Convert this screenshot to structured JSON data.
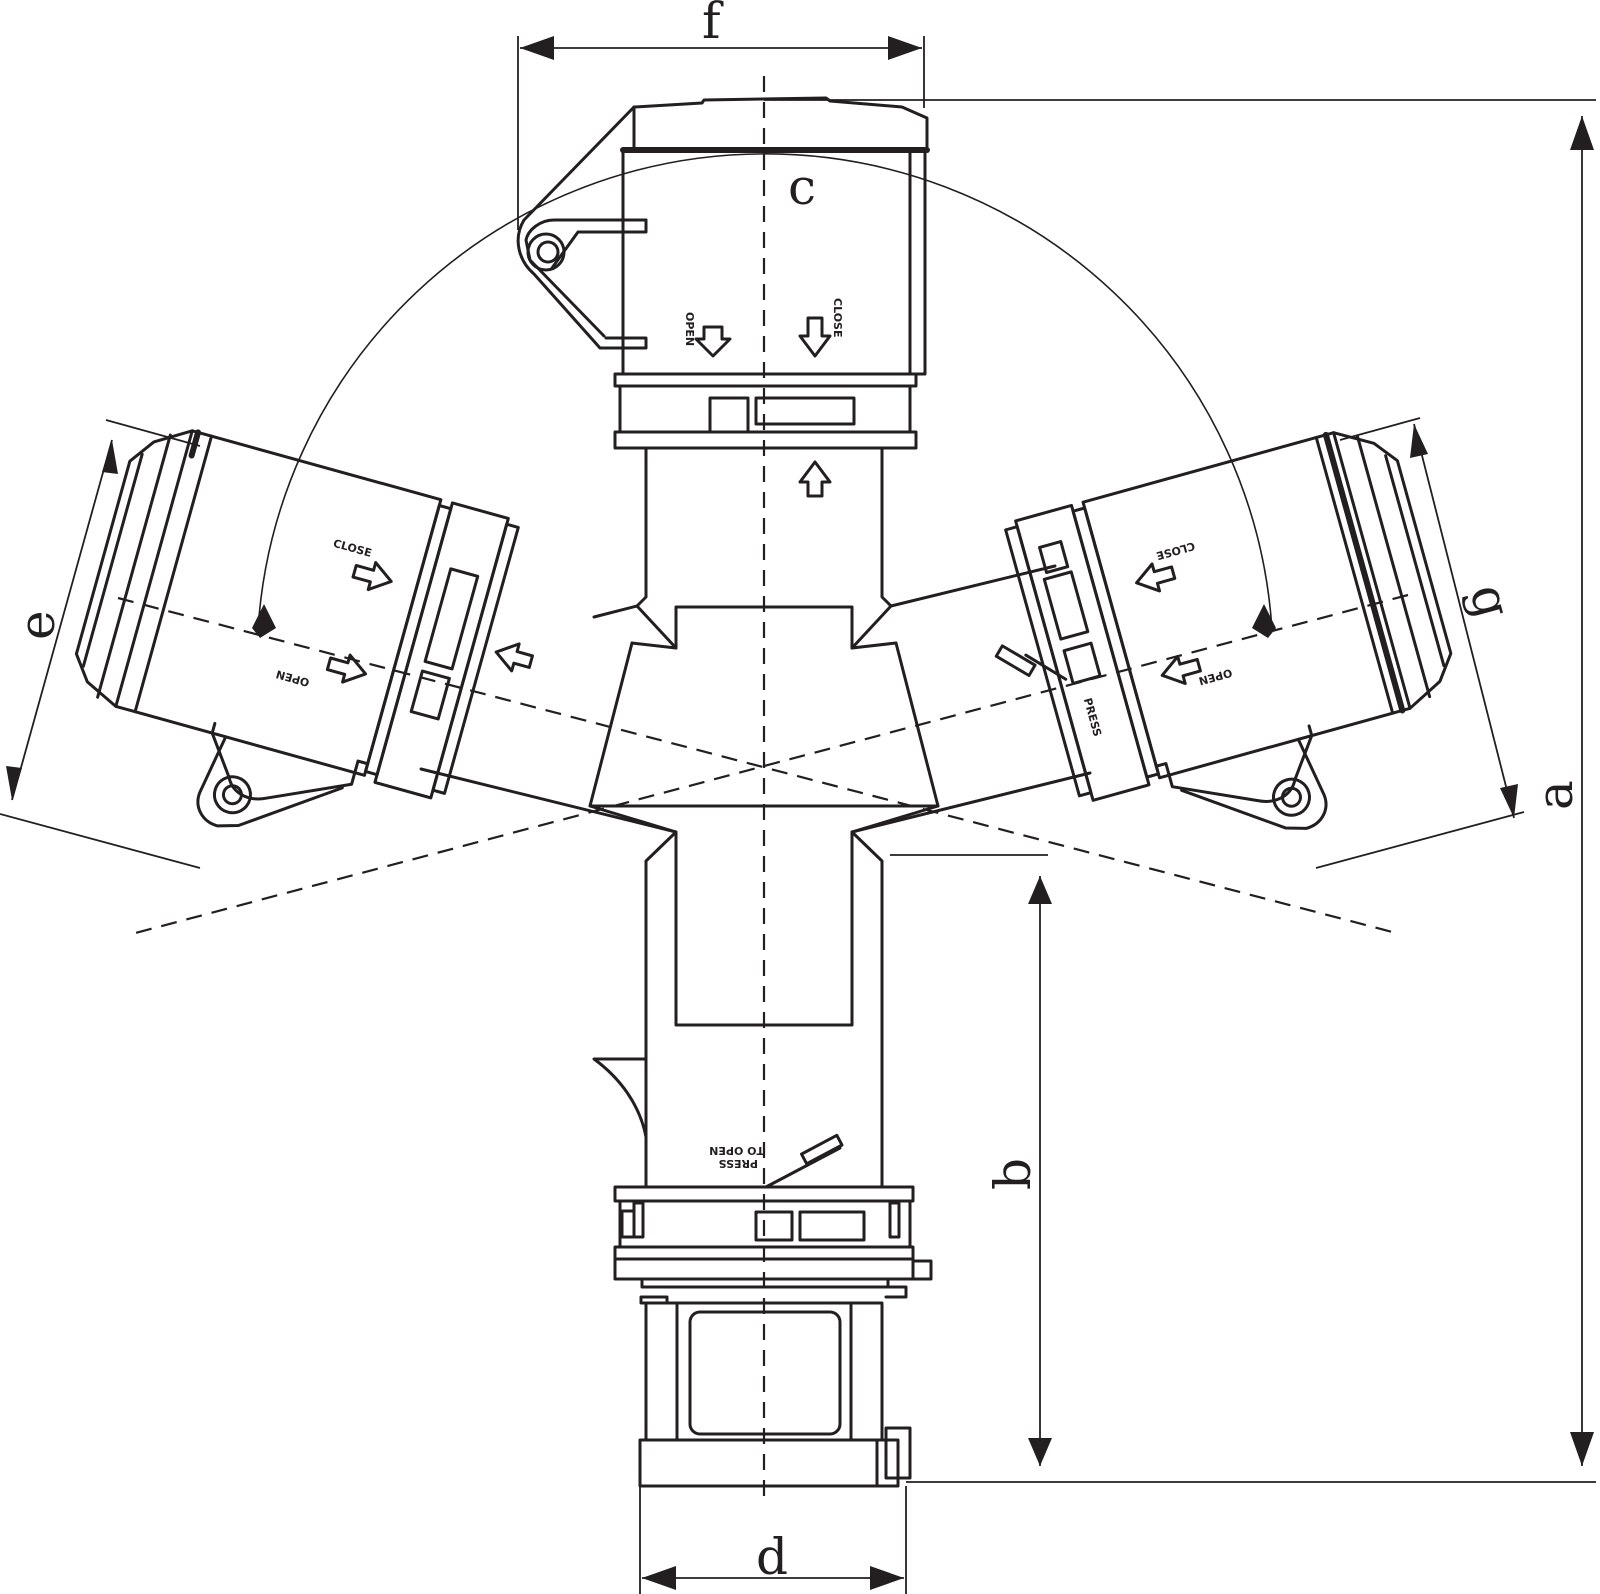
{
  "dimensions": {
    "a": "a",
    "b": "b",
    "c": "c",
    "d": "d",
    "e": "e",
    "f": "f",
    "g": "g"
  },
  "markings": {
    "close": "CLOSE",
    "open": "OPEN",
    "press": "PRESS",
    "to_open": "TO OPEN"
  },
  "colors": {
    "line": "#231f20",
    "background": "#ffffff"
  }
}
